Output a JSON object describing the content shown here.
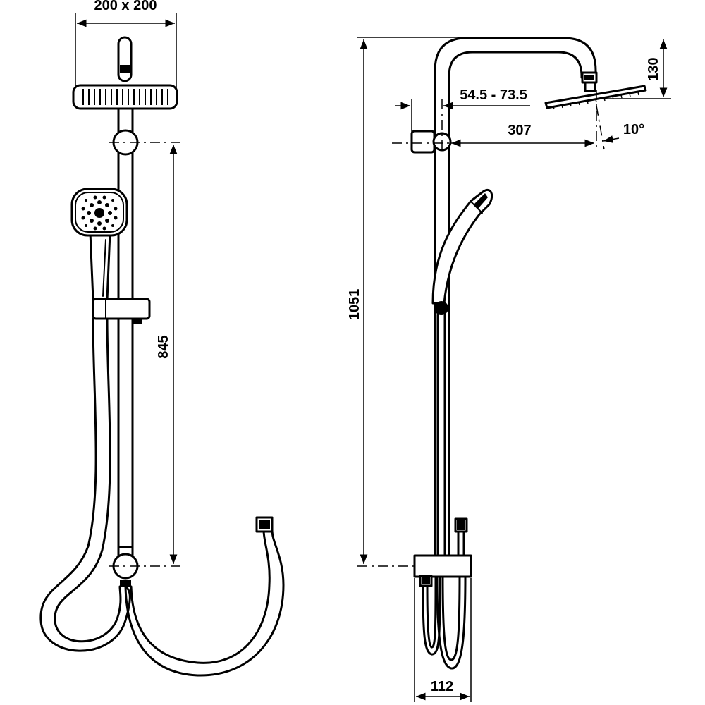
{
  "dimensions": {
    "head_size": "200 x 200",
    "rail_length": "845",
    "total_height": "1051",
    "head_drop": "130",
    "arm_offset": "54.5 - 73.5",
    "head_projection": "307",
    "head_tilt": "10°",
    "base_width": "112"
  }
}
